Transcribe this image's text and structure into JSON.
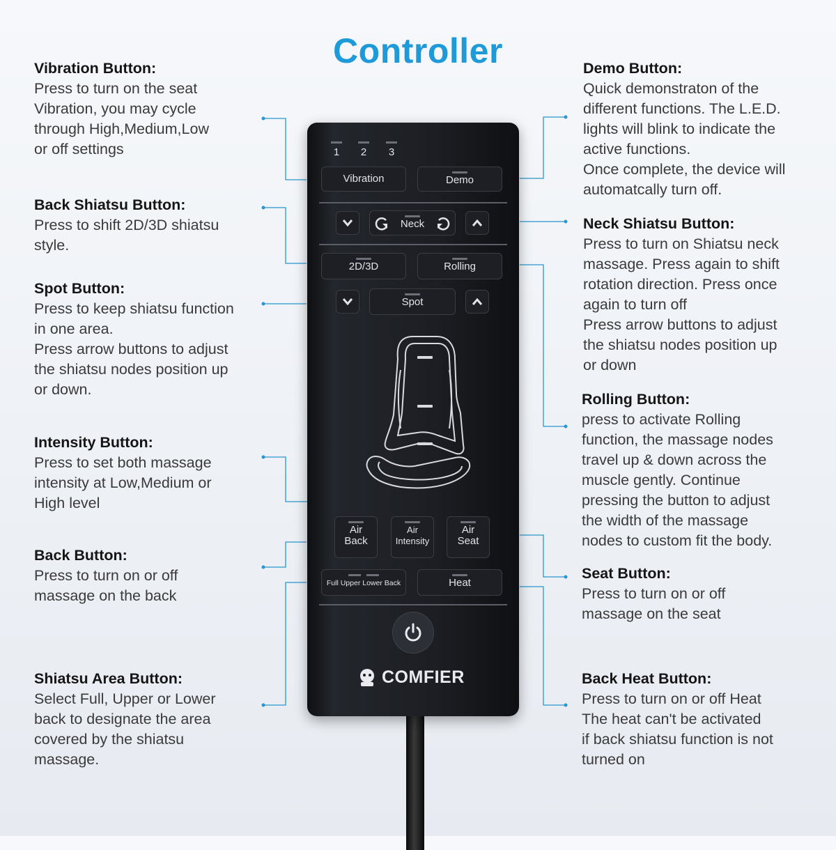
{
  "title": "Controller",
  "callouts": {
    "vibration": {
      "head": "Vibration Button:",
      "lines": [
        "Press to turn on the seat",
        "Vibration, you may cycle",
        "through High,Medium,Low",
        "or off settings"
      ]
    },
    "back_shiatsu": {
      "head": "Back Shiatsu Button:",
      "lines": [
        "Press to shift 2D/3D shiatsu",
        "style."
      ]
    },
    "spot": {
      "head": "Spot Button:",
      "lines": [
        "Press to keep shiatsu function",
        "in one area.",
        "Press arrow buttons to adjust",
        "the shiatsu nodes position up",
        "or down."
      ]
    },
    "intensity": {
      "head": "Intensity Button:",
      "lines": [
        "Press to set both massage",
        "intensity at Low,Medium or",
        "High level"
      ]
    },
    "back": {
      "head": "Back Button:",
      "lines": [
        "Press to turn on or off",
        "massage on the back"
      ]
    },
    "shiatsu_area": {
      "head": "Shiatsu Area Button:",
      "lines": [
        "Select Full, Upper or Lower",
        "back to designate the area",
        "covered by the shiatsu",
        "massage."
      ]
    },
    "demo": {
      "head": "Demo Button:",
      "lines": [
        "Quick demonstraton of the",
        "different functions. The L.E.D.",
        "lights will blink to indicate the",
        "active functions.",
        "Once complete, the device will",
        "automatcally turn off."
      ]
    },
    "neck_shiatsu": {
      "head": "Neck Shiatsu Button:",
      "lines": [
        "Press to turn on Shiatsu neck",
        "massage. Press again to shift",
        "rotation direction. Press once",
        "again to turn off",
        "Press arrow buttons to adjust",
        "the shiatsu nodes position up",
        "or down"
      ]
    },
    "rolling": {
      "head": "Rolling Button:",
      "lines": [
        "press to activate Rolling",
        "function, the massage nodes",
        "travel up & down across the",
        "muscle gently. Continue",
        "pressing the button to adjust",
        "the width of the massage",
        "nodes to custom fit the body."
      ]
    },
    "seat": {
      "head": "Seat Button:",
      "lines": [
        "Press to turn on or off",
        "massage on the seat"
      ]
    },
    "back_heat": {
      "head": "Back Heat Button:",
      "lines": [
        "Press to turn on or off Heat",
        "The heat can't be activated",
        "if back shiatsu function is not",
        "turned on"
      ]
    }
  },
  "remote": {
    "led_numbers": [
      "1",
      "2",
      "3"
    ],
    "vibration": "Vibration",
    "demo": "Demo",
    "neck": "Neck",
    "mode_2d3d": "2D/3D",
    "rolling": "Rolling",
    "spot": "Spot",
    "air_back": [
      "Air",
      "Back"
    ],
    "air_intensity": [
      "Air",
      "Intensity"
    ],
    "air_seat": [
      "Air",
      "Seat"
    ],
    "area": "Full Upper Lower Back",
    "heat": "Heat",
    "brand": "COMFIER"
  },
  "colors": {
    "title": "#1f9ad8",
    "leader": "#2a95d0",
    "remote": "#1c1e23"
  }
}
